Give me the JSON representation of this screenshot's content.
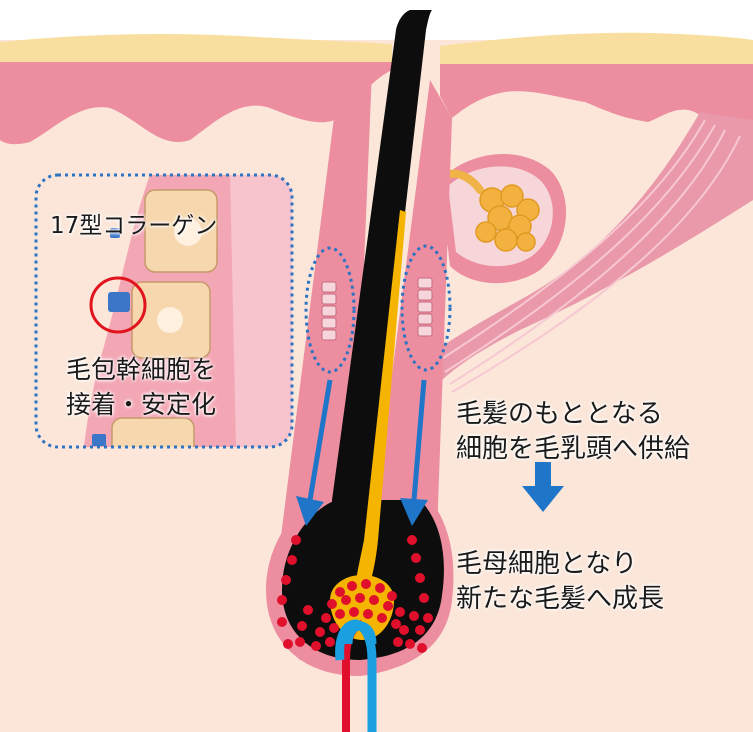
{
  "inset": {
    "collagen_label": "17型コラーゲン",
    "stem_cell_text": [
      "毛包幹細胞を",
      "接着・安定化"
    ]
  },
  "annotations": {
    "supply_text": [
      "毛髪のもととなる",
      "細胞を毛乳頭へ供給"
    ],
    "growth_text": [
      "毛母細胞となり",
      "新たな毛髪へ成長"
    ]
  },
  "colors": {
    "skin": "#fbe6d9",
    "epidermis_pink": "#ec8da0",
    "surface_yellow": "#f8dfa0",
    "hair": "#0d0d0d",
    "hair_core": "#f5b400",
    "arrow_blue": "#1f75c8",
    "cell_red": "#e0102c",
    "dotted_outline": "#2d73c2",
    "highlight_circle": "#e1141e"
  }
}
